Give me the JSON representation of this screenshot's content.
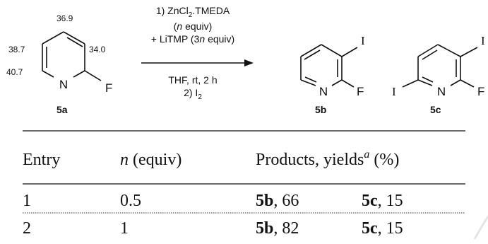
{
  "scheme": {
    "start": {
      "label": "5a",
      "shifts": [
        "36.9",
        "34.0",
        "38.7",
        "40.7"
      ],
      "atoms": [
        "N",
        "F"
      ]
    },
    "conditions": {
      "step1_reagent_a": "1) ZnCl",
      "step1_reagent_a_sub": "2",
      "step1_reagent_a_tail": ".TMEDA",
      "step1_equiv_open": "(",
      "step1_equiv_n": "n",
      "step1_equiv_close": " equiv)",
      "step1_reagent_b": "+ LiTMP (3",
      "step1_reagent_b_n": "n",
      "step1_reagent_b_tail": " equiv)",
      "solvent": "THF, rt, 2 h",
      "step2": "2) I",
      "step2_sub": "2"
    },
    "product_b": {
      "label": "5b",
      "atoms": [
        "N",
        "F",
        "I"
      ]
    },
    "product_c": {
      "label": "5c",
      "atoms": [
        "N",
        "F",
        "I",
        "I"
      ]
    }
  },
  "table": {
    "headers": {
      "entry": "Entry",
      "n_equiv_n": "n",
      "n_equiv_tail": " (equiv)",
      "products_prefix": "Products, yields",
      "products_sup": "a",
      "products_suffix": " (%)"
    },
    "rows": [
      {
        "entry": "1",
        "n": "0.5",
        "p1": "5b",
        "y1": ", 66",
        "p2": "5c",
        "y2": ", 15"
      },
      {
        "entry": "2",
        "n": "1",
        "p1": "5b",
        "y1": ", 82",
        "p2": "5c",
        "y2": ", 15"
      }
    ]
  }
}
